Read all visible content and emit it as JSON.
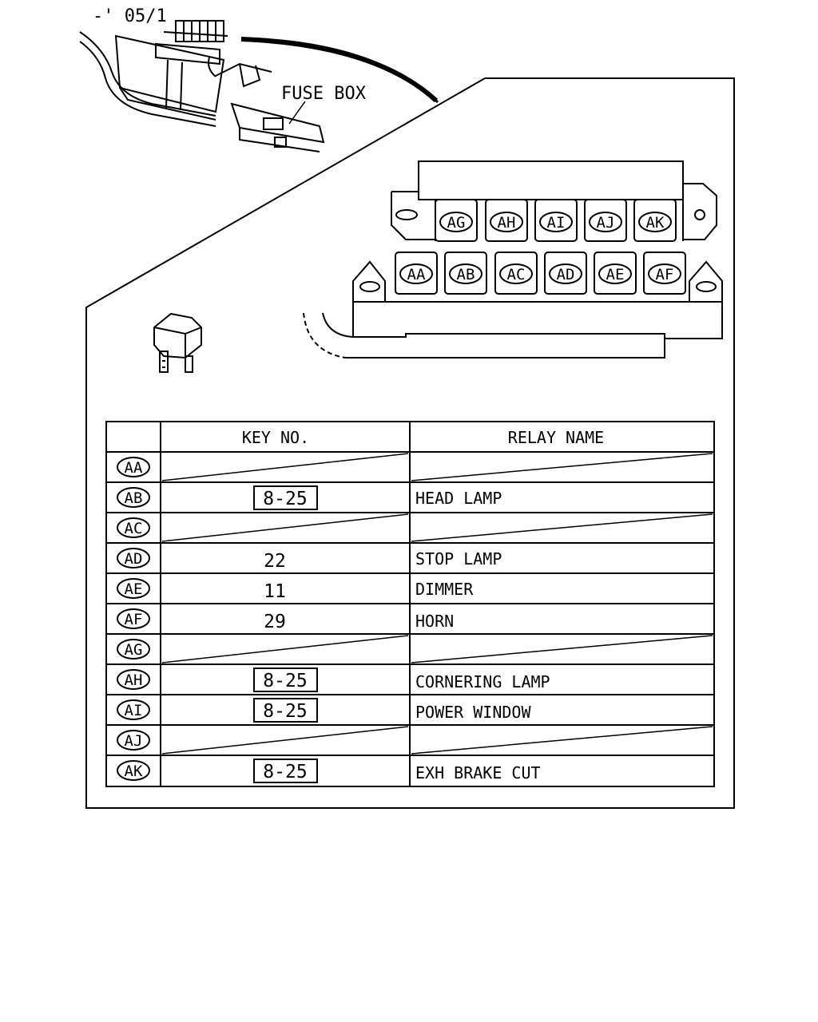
{
  "diagram": {
    "date_code": "-' 05/1",
    "fuse_box_label": "FUSE BOX",
    "relay_top_row": [
      "AG",
      "AH",
      "AI",
      "AJ",
      "AK"
    ],
    "relay_bottom_row": [
      "AA",
      "AB",
      "AC",
      "AD",
      "AE",
      "AF"
    ]
  },
  "table": {
    "header": {
      "code": "",
      "key_no": "KEY NO.",
      "relay_name": "RELAY NAME"
    },
    "rows": [
      {
        "code": "AA",
        "key": "",
        "boxed": false,
        "name": ""
      },
      {
        "code": "AB",
        "key": "8-25",
        "boxed": true,
        "name": "HEAD LAMP"
      },
      {
        "code": "AC",
        "key": "",
        "boxed": false,
        "name": ""
      },
      {
        "code": "AD",
        "key": "22",
        "boxed": false,
        "name": "STOP LAMP"
      },
      {
        "code": "AE",
        "key": "11",
        "boxed": false,
        "name": "DIMMER"
      },
      {
        "code": "AF",
        "key": "29",
        "boxed": false,
        "name": "HORN"
      },
      {
        "code": "AG",
        "key": "",
        "boxed": false,
        "name": ""
      },
      {
        "code": "AH",
        "key": "8-25",
        "boxed": true,
        "name": "CORNERING LAMP"
      },
      {
        "code": "AI",
        "key": "8-25",
        "boxed": true,
        "name": "POWER WINDOW"
      },
      {
        "code": "AJ",
        "key": "",
        "boxed": false,
        "name": ""
      },
      {
        "code": "AK",
        "key": "8-25",
        "boxed": true,
        "name": "EXH BRAKE CUT"
      }
    ]
  }
}
